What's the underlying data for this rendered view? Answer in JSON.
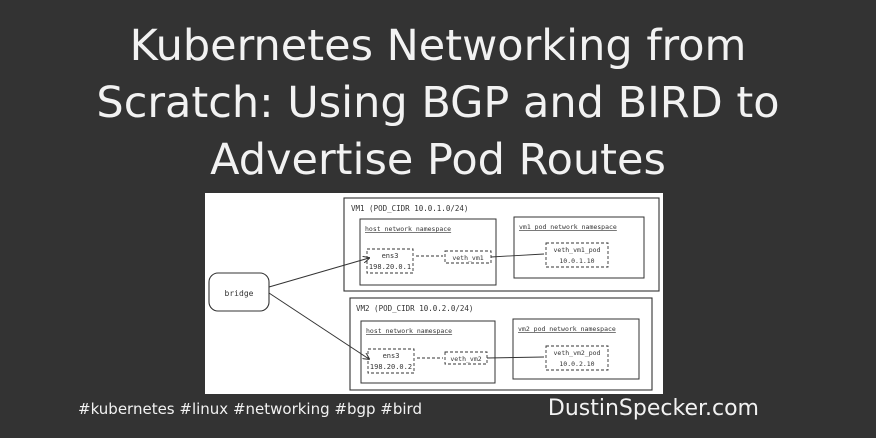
{
  "title": {
    "line1": "Kubernetes Networking from",
    "line2": "Scratch: Using BGP and BIRD to",
    "line3": "Advertise Pod Routes"
  },
  "diagram": {
    "bridge": "bridge",
    "vm1": {
      "label": "VM1 (POD_CIDR 10.0.1.0/24)",
      "host_ns": "host network namespace",
      "pod_ns": "vm1_pod network namespace",
      "ens3": "ens3",
      "ens3_ip": "198.20.0.1",
      "veth_host": "veth_vm1",
      "veth_pod": "veth_vm1_pod",
      "pod_ip": "10.0.1.10"
    },
    "vm2": {
      "label": "VM2 (POD_CIDR 10.0.2.0/24)",
      "host_ns": "host network namespace",
      "pod_ns": "vm2_pod network namespace",
      "ens3": "ens3",
      "ens3_ip": "198.20.0.2",
      "veth_host": "veth_vm2",
      "veth_pod": "veth_vm2_pod",
      "pod_ip": "10.0.2.10"
    }
  },
  "footer": {
    "hashtags": "#kubernetes #linux #networking #bgp #bird",
    "site": "DustinSpecker.com"
  }
}
